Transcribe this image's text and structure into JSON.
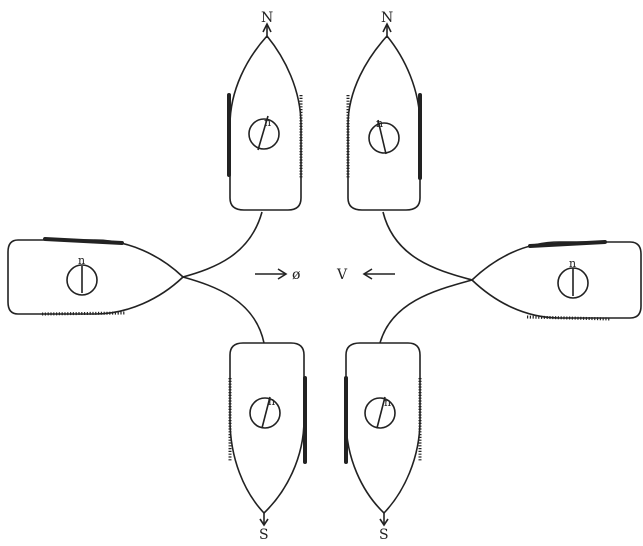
{
  "diagram": {
    "pole_north": "N",
    "pole_south": "S",
    "needle_mark": "n",
    "field_left": "ø",
    "field_right": "V",
    "line_color": "#222222",
    "background": "#ffffff"
  }
}
